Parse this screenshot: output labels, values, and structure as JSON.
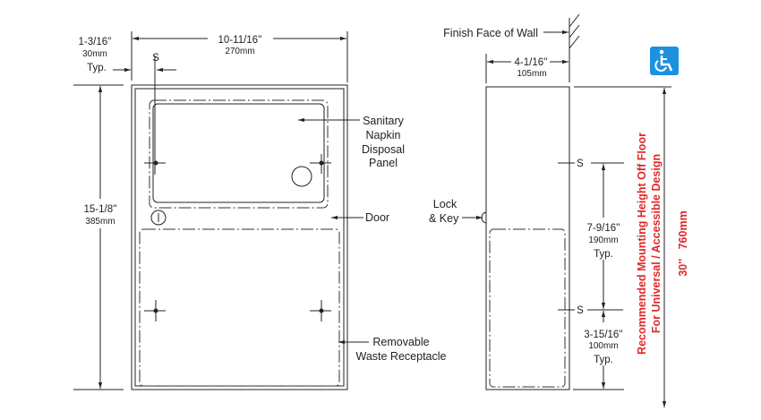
{
  "front_view": {
    "width_dim": "10-11/16''",
    "width_mm": "270mm",
    "offset_dim": "1-3/16''",
    "offset_mm": "30mm",
    "offset_typ": "Typ.",
    "screw_label": "S",
    "height_dim": "15-1/8''",
    "height_mm": "385mm",
    "panel_label": [
      "Sanitary",
      "Napkin",
      "Disposal",
      "Panel"
    ],
    "door_label": "Door",
    "receptacle_label": [
      "Removable",
      "Waste Receptacle"
    ]
  },
  "side_view": {
    "wall_label": "Finish Face of Wall",
    "depth_dim": "4-1/16''",
    "depth_mm": "105mm",
    "lock_label": [
      "Lock",
      "& Key"
    ],
    "screw_label": "S",
    "spacing_dim": "7-9/16''",
    "spacing_mm": "190mm",
    "spacing_typ": "Typ.",
    "bottom_dim": "3-15/16''",
    "bottom_mm": "100mm",
    "bottom_typ": "Typ."
  },
  "mounting": {
    "line1": "Recommended Mounting Height Off Floor",
    "line2": "For Universal / Accessible Design",
    "height": "30''   760mm",
    "color": "#e0282a"
  },
  "accessibility_icon": {
    "name": "wheelchair-icon",
    "color": "#1e90e0"
  }
}
